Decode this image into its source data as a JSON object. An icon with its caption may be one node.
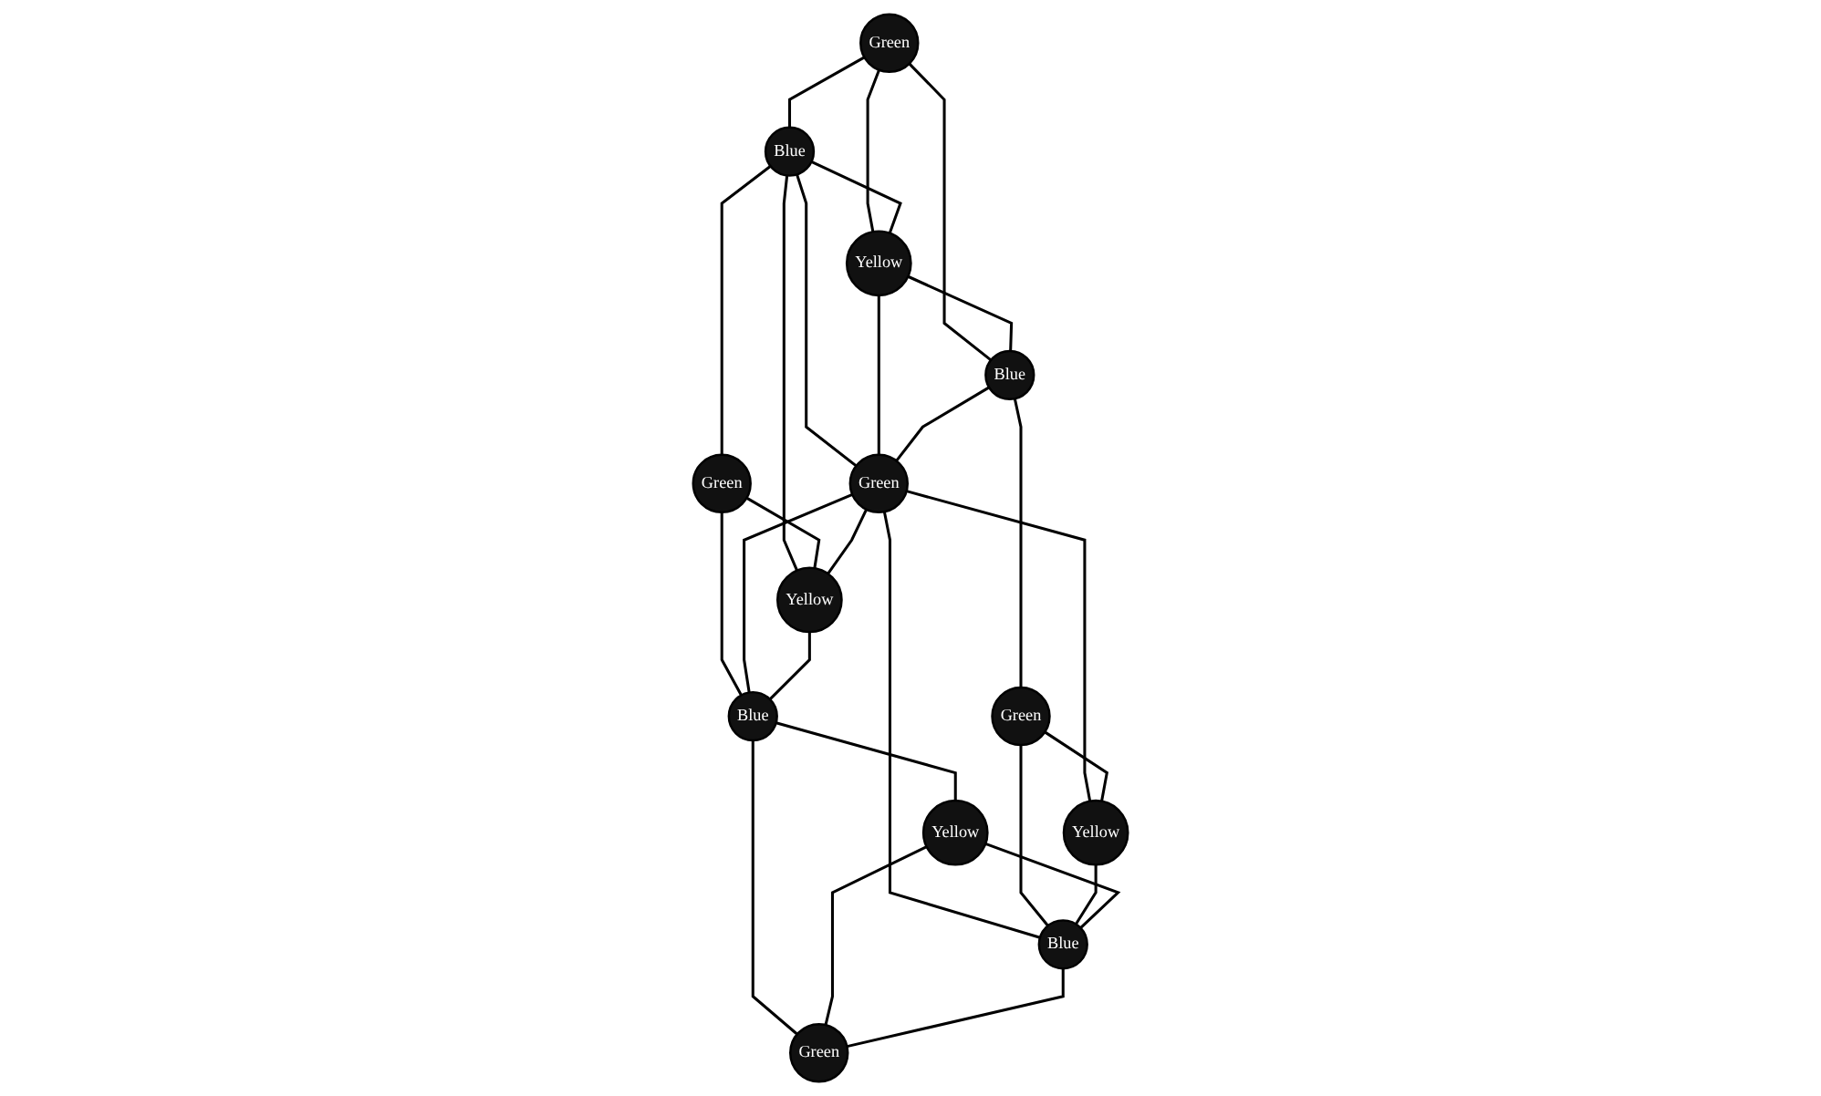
{
  "diagram": {
    "nodes": [
      {
        "text": [
          "Green"
        ]
      },
      {
        "text": [
          "Blue"
        ]
      },
      {
        "text": [
          "Green"
        ]
      },
      {
        "text": [
          "Yellow"
        ]
      },
      {
        "text": [
          "Green"
        ]
      },
      {
        "text": [
          "Yellow"
        ]
      },
      {
        "text": [
          "Blue"
        ]
      },
      {
        "text": [
          "Blue"
        ]
      },
      {
        "text": [
          "Yellow"
        ]
      },
      {
        "text": [
          "Yellow"
        ]
      },
      {
        "text": [
          "Green"
        ]
      },
      {
        "text": [
          "Green"
        ]
      },
      {
        "text": [
          "Blue"
        ]
      }
    ],
    "edges": [
      {
        "from": 0,
        "to": 1,
        "arrow": "none"
      },
      {
        "from": 0,
        "to": 3,
        "arrow": "none"
      },
      {
        "from": 0,
        "to": 6,
        "arrow": "none"
      },
      {
        "from": 1,
        "to": 2,
        "arrow": "none"
      },
      {
        "from": 1,
        "to": 3,
        "arrow": "none"
      },
      {
        "from": 1,
        "to": 4,
        "arrow": "none"
      },
      {
        "from": 1,
        "to": 5,
        "arrow": "none"
      },
      {
        "from": 2,
        "to": 5,
        "arrow": "none"
      },
      {
        "from": 2,
        "to": 7,
        "arrow": "none"
      },
      {
        "from": 3,
        "to": 6,
        "arrow": "none"
      },
      {
        "from": 3,
        "to": 4,
        "arrow": "none"
      },
      {
        "from": 6,
        "to": 4,
        "arrow": "none"
      },
      {
        "from": 4,
        "to": 5,
        "arrow": "none"
      },
      {
        "from": 4,
        "to": 7,
        "arrow": "none"
      },
      {
        "from": 5,
        "to": 7,
        "arrow": "none"
      },
      {
        "from": 6,
        "to": 10,
        "arrow": "none"
      },
      {
        "from": 4,
        "to": 8,
        "arrow": "none"
      },
      {
        "from": 4,
        "to": 12,
        "arrow": "none"
      },
      {
        "from": 10,
        "to": 8,
        "arrow": "none"
      },
      {
        "from": 10,
        "to": 12,
        "arrow": "none"
      },
      {
        "from": 8,
        "to": 12,
        "arrow": "none"
      },
      {
        "from": 7,
        "to": 9,
        "arrow": "none"
      },
      {
        "from": 7,
        "to": 11,
        "arrow": "none"
      },
      {
        "from": 9,
        "to": 11,
        "arrow": "none"
      },
      {
        "from": 9,
        "to": 12,
        "arrow": "none"
      },
      {
        "from": 12,
        "to": 11,
        "arrow": "none"
      }
    ]
  }
}
